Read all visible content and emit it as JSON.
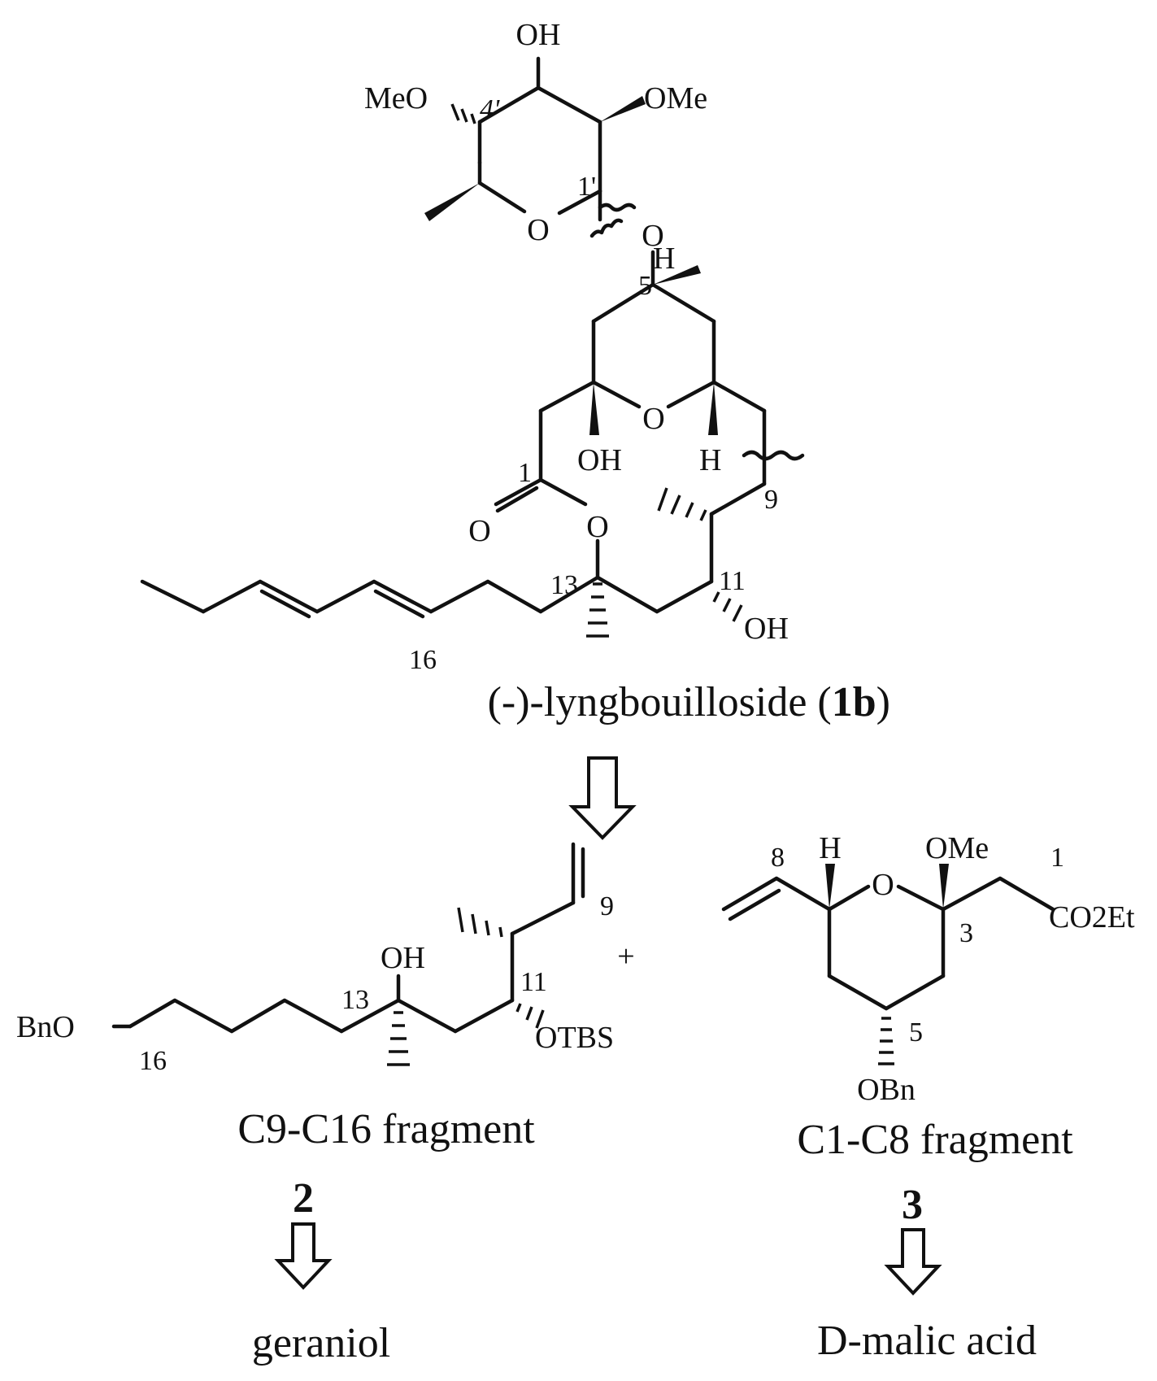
{
  "atoms": {
    "oh_top": "OH",
    "meo_left": "MeO",
    "label_4p": "4'",
    "ome_right": "OMe",
    "label_1p": "1'",
    "o_sugar_ring": "O",
    "o_glycosidic": "O",
    "h_c5": "H",
    "label_5": "5",
    "o_pyran": "O",
    "label_1": "1",
    "oh_hemiketal": "OH",
    "h_c7": "H",
    "label_9": "9",
    "o_carbonyl": "O",
    "o_ester": "O",
    "label_13": "13",
    "label_11": "11",
    "oh_c11": "OH",
    "label_16": "16"
  },
  "compound_1b": {
    "name": "(-)-lyngbouilloside (",
    "number": "1b",
    "close": ")"
  },
  "fragment_2": {
    "oh": "OH",
    "label_9": "9",
    "bno": "BnO",
    "label_13": "13",
    "label_11": "11",
    "otbs": "OTBS",
    "label_16": "16",
    "name": "C9-C16 fragment",
    "number": "2",
    "source": "geraniol"
  },
  "plus": "+",
  "fragment_3": {
    "h": "H",
    "label_8": "8",
    "o_ring": "O",
    "ome": "OMe",
    "label_1": "1",
    "label_3": "3",
    "co2et": "CO2Et",
    "label_5": "5",
    "obn": "OBn",
    "name": "C1-C8 fragment",
    "number": "3",
    "source": "D-malic acid"
  }
}
